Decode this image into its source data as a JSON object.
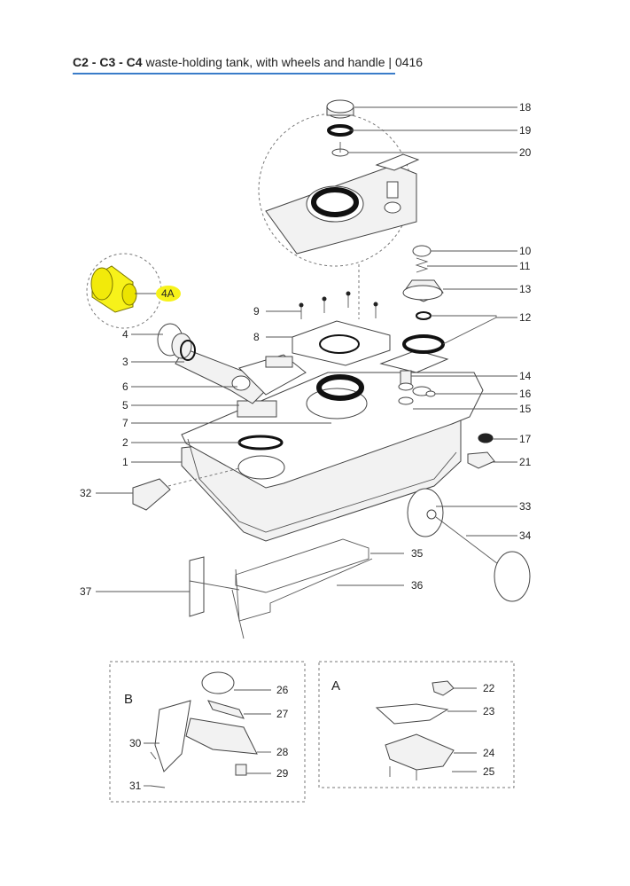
{
  "title": {
    "models": "C2 - C3 - C4",
    "description": "waste-holding tank, with wheels and handle",
    "separator": "|",
    "code": "0416"
  },
  "highlight_color": "#f7f21a",
  "callouts": {
    "c1": "1",
    "c2": "2",
    "c3": "3",
    "c4": "4",
    "c4a": "4A",
    "c5": "5",
    "c6": "6",
    "c7": "7",
    "c8": "8",
    "c9": "9",
    "c10": "10",
    "c11": "11",
    "c12": "12",
    "c13": "13",
    "c14": "14",
    "c15": "15",
    "c16": "16",
    "c17": "17",
    "c18": "18",
    "c19": "19",
    "c20": "20",
    "c21": "21",
    "c22": "22",
    "c23": "23",
    "c24": "24",
    "c25": "25",
    "c26": "26",
    "c27": "27",
    "c28": "28",
    "c29": "29",
    "c30": "30",
    "c31": "31",
    "c32": "32",
    "c33": "33",
    "c34": "34",
    "c35": "35",
    "c36": "36",
    "c37": "37"
  },
  "panels": {
    "b": "B",
    "a": "A"
  }
}
